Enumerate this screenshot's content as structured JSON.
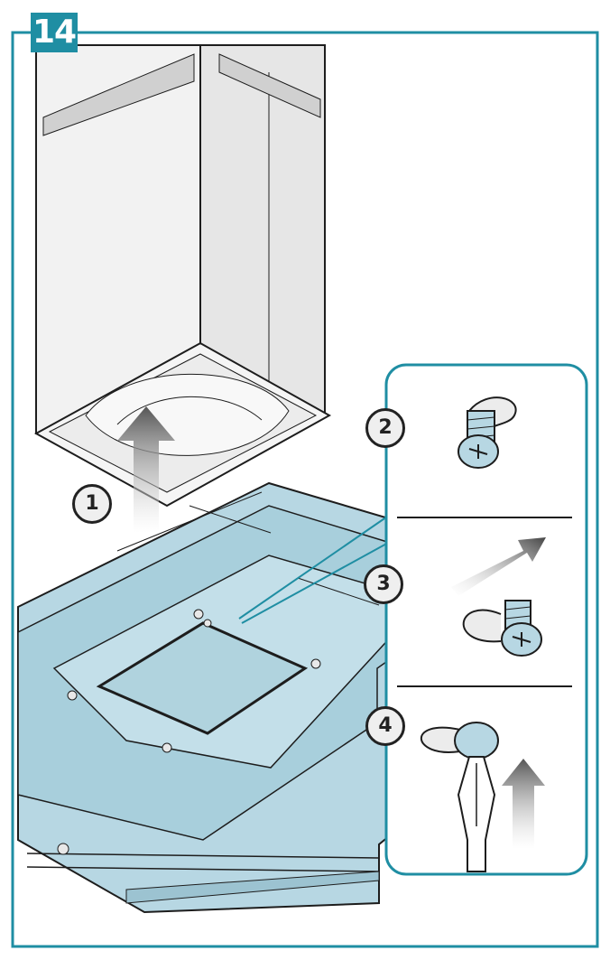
{
  "figure": {
    "step_number": "14",
    "callouts": [
      {
        "id": "1",
        "label": "1"
      },
      {
        "id": "2",
        "label": "2"
      },
      {
        "id": "3",
        "label": "3"
      },
      {
        "id": "4",
        "label": "4"
      }
    ]
  },
  "colors": {
    "frame": "#1f8ea3",
    "hood_fill": "#b7d7e3",
    "hood_stroke": "#1d1d1d",
    "duct_fill": "#f2f2f2",
    "duct_shade": "#d0d0d0",
    "metal": "#cfd8dc"
  },
  "icons": [
    "up-arrow-icon",
    "screw-icon",
    "keyhole-slot-icon",
    "screwdriver-icon",
    "diagonal-arrow-icon"
  ]
}
